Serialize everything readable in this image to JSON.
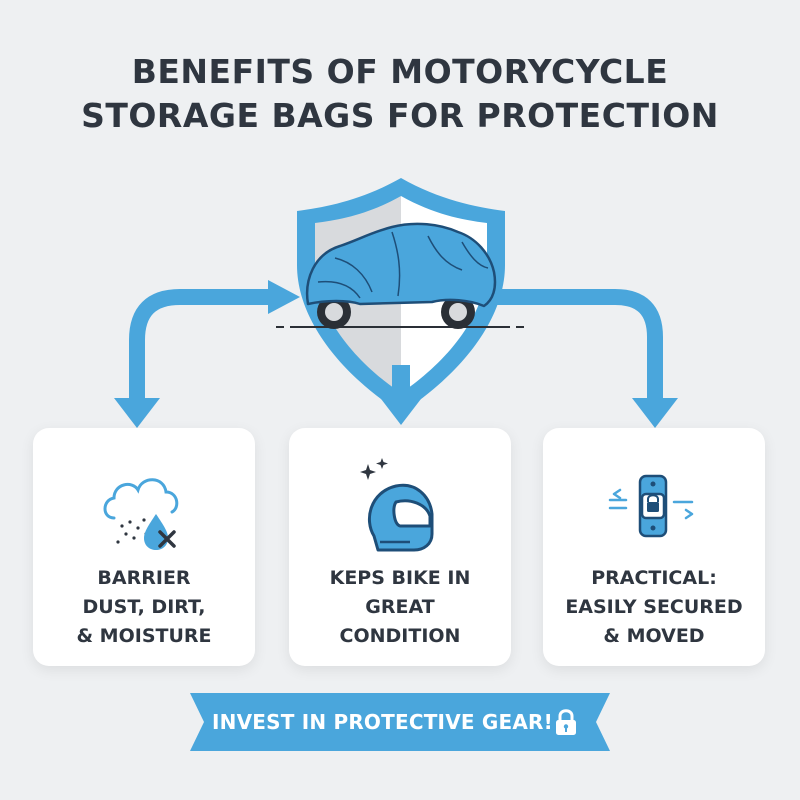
{
  "title": {
    "line1": "BENEFITS OF MOTORYCYCLE",
    "line2": "STORAGE BAGS FOR PROTECTION"
  },
  "colors": {
    "accent": "#4aa6dc",
    "accent_dark": "#1e4e78",
    "text": "#2f3640",
    "card": "#ffffff",
    "background": "#eef0f2"
  },
  "center": {
    "icon": "shield-with-covered-motorcycle-icon"
  },
  "cards": [
    {
      "icon": "cloud-droplet-cross-icon",
      "lines": [
        "BARRIER",
        "DUST, DIRT,",
        "& MOISTURE"
      ]
    },
    {
      "icon": "helmet-sparkle-icon",
      "lines": [
        "KEPS BIKE IN",
        "GREAT",
        "CONDITION"
      ]
    },
    {
      "icon": "secured-strap-lock-icon",
      "lines": [
        "PRACTICAL:",
        "EASILY SECURED",
        "& MOVED"
      ]
    }
  ],
  "cta": {
    "label": "INVEST IN PROTECTIVE GEAR!",
    "icon": "lock-icon"
  }
}
